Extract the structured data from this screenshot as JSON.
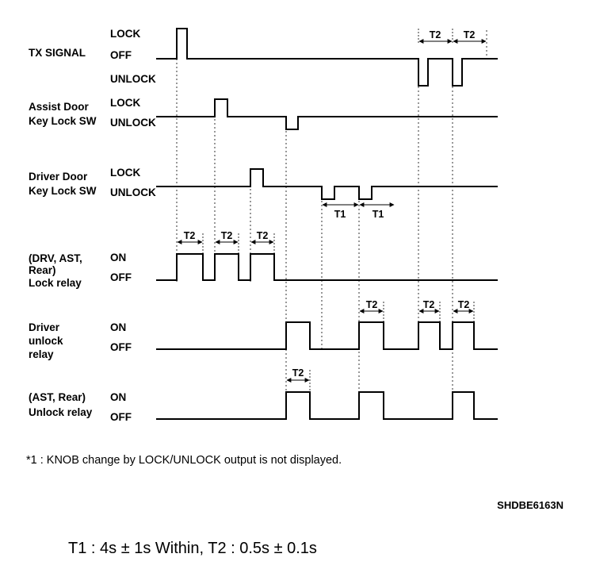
{
  "signals": [
    {
      "id": "tx",
      "label_lines": [
        "TX SIGNAL"
      ],
      "states": [
        "LOCK",
        "OFF",
        "UNLOCK"
      ]
    },
    {
      "id": "assist",
      "label_lines": [
        "Assist Door",
        "Key Lock SW"
      ],
      "states": [
        "LOCK",
        "UNLOCK"
      ]
    },
    {
      "id": "driver-sw",
      "label_lines": [
        "Driver Door",
        "Key Lock SW"
      ],
      "states": [
        "LOCK",
        "UNLOCK"
      ]
    },
    {
      "id": "lock-relay",
      "label_lines": [
        "(DRV, AST,",
        "Rear)",
        "Lock relay"
      ],
      "states": [
        "ON",
        "OFF"
      ]
    },
    {
      "id": "drv-unlock",
      "label_lines": [
        "Driver",
        "unlock",
        "relay"
      ],
      "states": [
        "ON",
        "OFF"
      ]
    },
    {
      "id": "ast-unlock",
      "label_lines": [
        "(AST, Rear)",
        "Unlock relay"
      ],
      "states": [
        "ON",
        "OFF"
      ]
    }
  ],
  "timers": {
    "t1": "T1",
    "t2": "T2"
  },
  "note": "*1 : KNOB change by LOCK/UNLOCK output is not displayed.",
  "code": "SHDBE6163N",
  "footer": "T1 : 4s ± 1s Within, T2 : 0.5s ± 0.1s"
}
